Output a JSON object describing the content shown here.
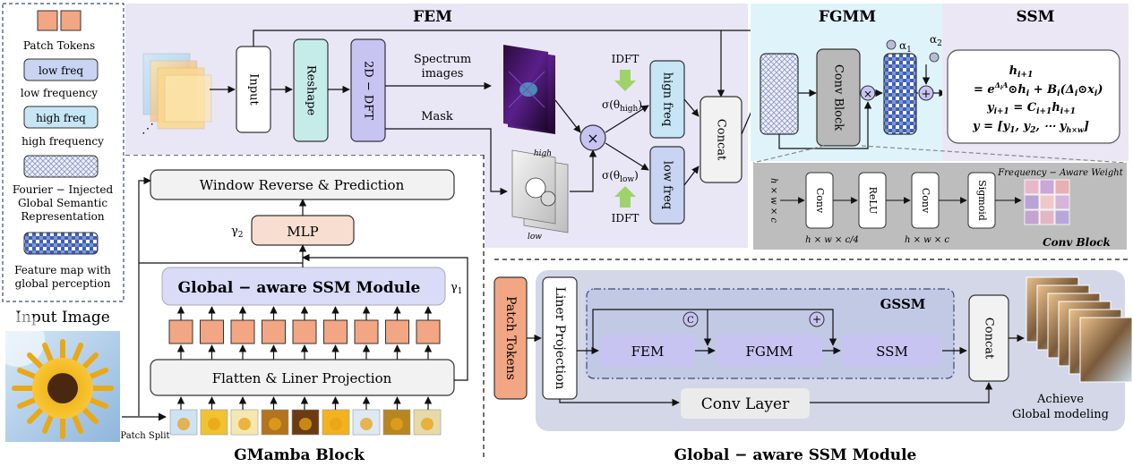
{
  "legend": {
    "patch_tokens": "Patch Tokens",
    "low_freq_box": "low freq",
    "low_freq_label": "low frequency",
    "high_freq_box": "high freq",
    "high_freq_label": "high frequency",
    "fourier_l1": "Fourier − Injected",
    "fourier_l2": "Global Semantic",
    "fourier_l3": "Representation",
    "feature_l1": "Feature map with",
    "feature_l2": "global perception"
  },
  "input_image": {
    "title": "Input Image",
    "patch_split": "Patch Split"
  },
  "fem": {
    "title": "FEM",
    "input": "Input",
    "reshape": "Reshape",
    "dft": "2D − DFT",
    "spectrum_l1": "Spectrum",
    "spectrum_l2": "images",
    "mask": "Mask",
    "idft_top": "IDFT",
    "idft_bottom": "IDFT",
    "sigma_high": "σ(θ",
    "sigma_high_sub": "high",
    "sigma_low": "σ(θ",
    "sigma_low_sub": "low",
    "paren": ")",
    "high_label": "high",
    "low_label": "low",
    "high_freq": "hign freq",
    "low_freq": "low freq",
    "concat": "Concat"
  },
  "fgmm": {
    "title": "FGMM",
    "conv_block": "Conv Block",
    "alpha1": "α",
    "alpha1_sub": "1",
    "alpha2": "α",
    "alpha2_sub": "2"
  },
  "ssm": {
    "title": "SSM",
    "eq1": "h",
    "eq1_sub": "i+1",
    "eq2_a": "= e",
    "eq2_sup": "Δ",
    "eq2_sup2": "i",
    "eq2_sup3": "A",
    "eq2_b": "⊙h",
    "eq2_sub_b": "i",
    "eq2_c": " + B",
    "eq2_sub_c": "i",
    "eq2_d": "(Δ",
    "eq2_sub_d": "i",
    "eq2_e": "⊙x",
    "eq2_sub_e": "i",
    "eq2_f": ")",
    "eq3_a": "y",
    "eq3_sub_a": "i+1",
    "eq3_b": " = C",
    "eq3_sub_b": "i+1",
    "eq3_c": "h",
    "eq3_sub_c": "i+1",
    "eq4_a": "y = [y",
    "eq4_sub_a": "1",
    "eq4_b": ", y",
    "eq4_sub_b": "2",
    "eq4_c": ", ⋯ y",
    "eq4_sub_c": "h×w",
    "eq4_d": "]"
  },
  "conv_block_detail": {
    "input_dim": "h × w × c",
    "conv1": "Conv",
    "relu": "ReLU",
    "conv2": "Conv",
    "sigmoid": "Sigmoid",
    "dim1": "h × w × c/4",
    "dim2": "h × w × c",
    "freq_weight": "Frequency − Aware Weight",
    "title": "Conv Block"
  },
  "gmamba": {
    "title": "GMamba Block",
    "window_reverse": "Window Reverse & Prediction",
    "mlp": "MLP",
    "gamma2": "γ",
    "gamma2_sub": "2",
    "gamma1": "γ",
    "gamma1_sub": "1",
    "global_ssm": "Global − aware  SSM Module",
    "flatten": "Flatten & Liner Projection"
  },
  "global_module": {
    "title": "Global − aware  SSM Module",
    "patch_tokens": "Patch Tokens",
    "liner_projection": "Liner Projection",
    "gssm": "GSSM",
    "fem": "FEM",
    "fgmm": "FGMM",
    "ssm": "SSM",
    "concat": "Concat",
    "conv_layer": "Conv Layer",
    "c_symbol": "C",
    "plus_symbol": "+",
    "achieve_l1": "Achieve",
    "achieve_l2": "Global modeling"
  },
  "colors": {
    "fem_bg": "#e9e6f6",
    "fgmm_bg": "#dff4fa",
    "ssm_bg": "#ebe7f5",
    "gray_bg": "#bdbdbd",
    "module_bg": "#d3d7e7",
    "orange": "#f2a683",
    "lavender": "#c8c4f2",
    "mint": "#c6ecea",
    "light_blue": "#c6e6f6",
    "blue_dark": "#3e5fb5",
    "mlp": "#f8ded0",
    "gssm_blue": "#d9dbf7"
  }
}
